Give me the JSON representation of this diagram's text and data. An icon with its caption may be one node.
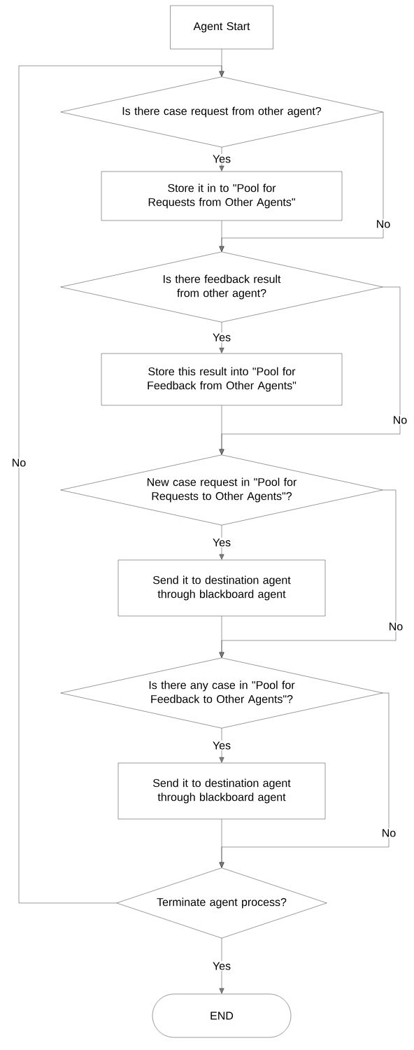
{
  "diagram": {
    "nodes": [
      {
        "text": [
          "Agent Start"
        ]
      },
      {
        "text": [
          "Is there case request from other agent?"
        ]
      },
      {
        "text": [
          "Store it in to \"Pool for Requests from Other Agents\""
        ]
      },
      {
        "text": [
          "Is there feedback result from other agent?"
        ]
      },
      {
        "text": [
          "Store this result into \"Pool for Feedback from Other Agents\""
        ]
      },
      {
        "text": [
          "New case request in \"Pool for Requests to Other Agents\"?"
        ]
      },
      {
        "text": [
          "Send it to destination agent through blackboard agent"
        ]
      },
      {
        "text": [
          "Is there any case in \"Pool for Feedback to Other Agents\"?"
        ]
      },
      {
        "text": [
          "Send it to destination agent through blackboard agent"
        ]
      },
      {
        "text": [
          "Terminate agent process?"
        ]
      },
      {
        "text": [
          "END"
        ]
      }
    ],
    "edges": [
      {
        "from": 0,
        "to": 1,
        "arrow": "to"
      },
      {
        "from": 1,
        "to": 2,
        "arrow": "to",
        "label": "Yes"
      },
      {
        "from": 2,
        "to": 3,
        "arrow": "to"
      },
      {
        "from": 1,
        "to": 3,
        "arrow": "to",
        "label": "No"
      },
      {
        "from": 3,
        "to": 4,
        "arrow": "to",
        "label": "Yes"
      },
      {
        "from": 4,
        "to": 5,
        "arrow": "to"
      },
      {
        "from": 3,
        "to": 5,
        "arrow": "to",
        "label": "No"
      },
      {
        "from": 5,
        "to": 6,
        "arrow": "to",
        "label": "Yes"
      },
      {
        "from": 6,
        "to": 7,
        "arrow": "to"
      },
      {
        "from": 5,
        "to": 7,
        "arrow": "to",
        "label": "No"
      },
      {
        "from": 7,
        "to": 8,
        "arrow": "to",
        "label": "Yes"
      },
      {
        "from": 8,
        "to": 9,
        "arrow": "to"
      },
      {
        "from": 7,
        "to": 9,
        "arrow": "to",
        "label": "No"
      },
      {
        "from": 9,
        "to": 10,
        "arrow": "to",
        "label": "Yes"
      },
      {
        "from": 9,
        "to": 1,
        "arrow": "to",
        "label": "No"
      }
    ]
  }
}
